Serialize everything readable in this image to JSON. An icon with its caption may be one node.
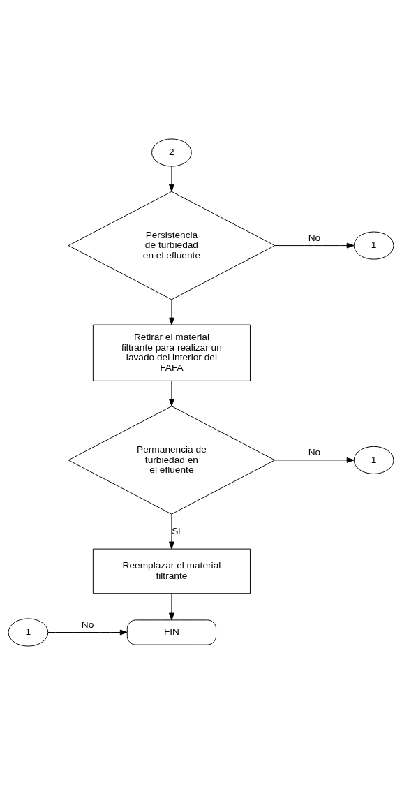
{
  "diagram": {
    "nodes": [
      {
        "text": [
          "2"
        ]
      },
      {
        "text": [
          "Persistencia de turbiedad en el efluente"
        ]
      },
      {
        "text": [
          "1"
        ]
      },
      {
        "text": [
          "Retirar el material filtrante para realizar un lavado del interior del FAFA"
        ]
      },
      {
        "text": [
          "Permanencia de turbiedad en el efluente"
        ]
      },
      {
        "text": [
          "1"
        ]
      },
      {
        "text": [
          "Reemplazar el material filtrante"
        ]
      },
      {
        "text": [
          "FIN"
        ]
      },
      {
        "text": [
          "1"
        ]
      }
    ],
    "edges": [
      {
        "from": 0,
        "to": 1,
        "arrow": "to"
      },
      {
        "from": 1,
        "to": 2,
        "arrow": "to",
        "label": "No"
      },
      {
        "from": 1,
        "to": 3,
        "arrow": "to"
      },
      {
        "from": 3,
        "to": 4,
        "arrow": "to"
      },
      {
        "from": 4,
        "to": 5,
        "arrow": "to",
        "label": "No"
      },
      {
        "from": 4,
        "to": 6,
        "arrow": "to",
        "label": "Si"
      },
      {
        "from": 6,
        "to": 7,
        "arrow": "to"
      },
      {
        "from": 8,
        "to": 7,
        "arrow": "to",
        "label": "No"
      }
    ]
  }
}
